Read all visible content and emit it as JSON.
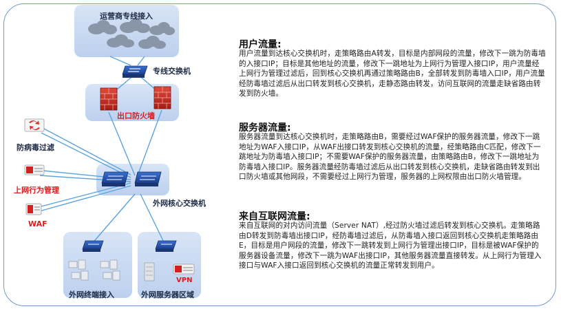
{
  "diagram": {
    "isp_zone_label": "运营商专线接入",
    "edge_switch_label": "专线交换机",
    "firewall_label": "出口防火墙",
    "antivirus_label": "防病毒过滤",
    "behavior_mgmt_label": "上网行为管理",
    "waf_label": "WAF",
    "core_switch_label": "外网核心交换机",
    "terminal_zone_label": "外网终端接入",
    "server_zone_label": "外网服务器区域",
    "vpn_label": "VPN"
  },
  "sections": [
    {
      "title": "用户流量:",
      "body": "用户流量到达核心交换机时，走策略路由A转发，目标是内部网段的流量，修改下一跳为防毒墙的入接口IP；目标是其他地址的流量，修改下一跳地址为上网行为管理入接口IP，用户流量经上网行为管理过滤后，回到核心交换机再通过策略路由B，全部转发到防毒墙入口IP，用户流量经防毒墙过滤后从出口转发到核心交换机，走静态路由转发，访问互联网的流量走缺省路由转发到防火墙。"
    },
    {
      "title": "服务器流量:",
      "body": "服务器流量到达核心交换机时，走策略路由B，需要经过WAF保护的服务器流量，修改下一跳地址为WAF入接口IP，从WAF出接口转发到核心交换机的流量，经策略路由C匹配，修改下一跳地址为防毒墙入接口IP；不需要WAF保护的服务器流量，由策略路由B，修改下一跳地址为防毒墙入接口IP。服务器流量经防毒墙过滤后从出口转发到核心交换机，走缺省路由转发到出口防火墙或其他网段，不需要经过上网行为管理，服务器的上网权限由出口防火墙管理。"
    },
    {
      "title": "来自互联网流量:",
      "body": "来自互联网的对内访问流量（Server NAT）,经过防火墙过滤后转发到核心交换机。走策略路由D转发到防毒墙出接口IP，经防毒墙过滤后，从防毒墙入接口返回到核心交换机走策略路由E，目标是用户网段的流量，修改下一跳转发到上网行为管理出接口IP，目标是被WAF保护的服务器设备流量，修改下一跳为WAF出接口IP，其他服务器流量直接转发。从上网行为管理入接口与WAF入接口返回到核心交换机的流量正常转发到用户。"
    }
  ]
}
